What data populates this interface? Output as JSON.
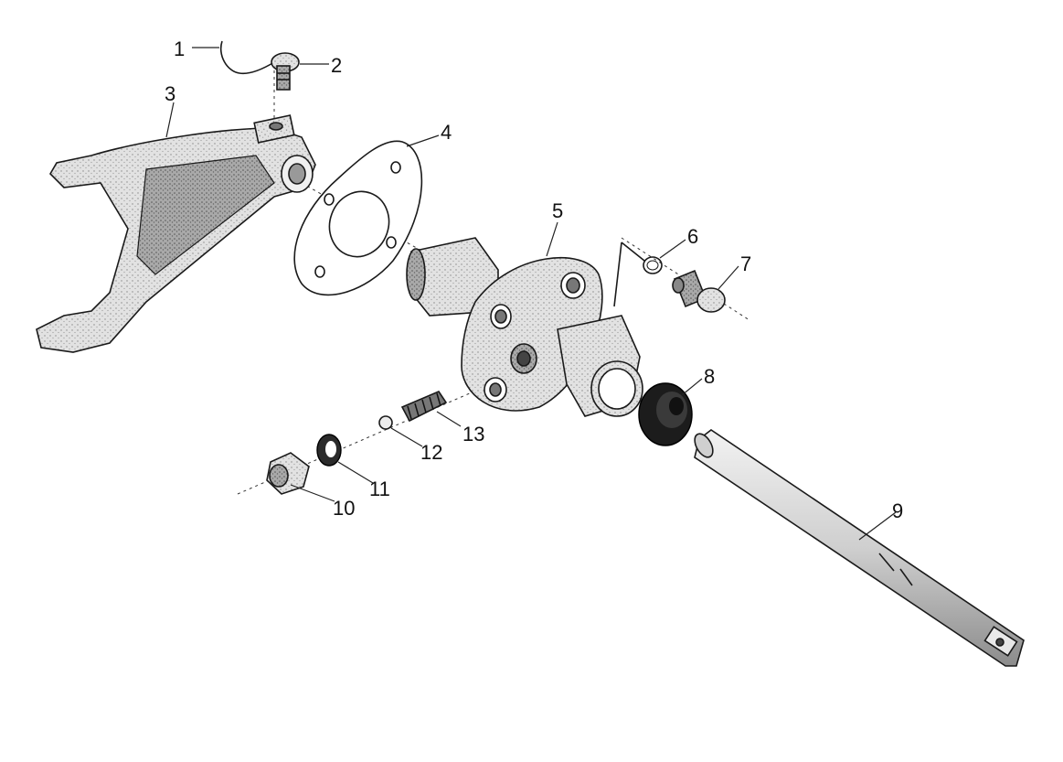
{
  "diagram": {
    "kind": "exploded-parts-drawing",
    "callouts": [
      "1",
      "2",
      "3",
      "4",
      "5",
      "6",
      "7",
      "8",
      "9",
      "10",
      "11",
      "12",
      "13"
    ],
    "parts": [
      {
        "number": "1",
        "shape": "lock-wire"
      },
      {
        "number": "2",
        "shape": "set-screw"
      },
      {
        "number": "3",
        "shape": "shift-fork"
      },
      {
        "number": "4",
        "shape": "gasket"
      },
      {
        "number": "5",
        "shape": "housing"
      },
      {
        "number": "6",
        "shape": "o-ring"
      },
      {
        "number": "7",
        "shape": "bolt"
      },
      {
        "number": "8",
        "shape": "seal"
      },
      {
        "number": "9",
        "shape": "shaft"
      },
      {
        "number": "10",
        "shape": "plug"
      },
      {
        "number": "11",
        "shape": "washer"
      },
      {
        "number": "12",
        "shape": "ball"
      },
      {
        "number": "13",
        "shape": "spring"
      }
    ],
    "colors": {
      "ink": "#1a1a1a",
      "metal_light": "#dcdcdc",
      "metal_mid": "#b5b5b5",
      "metal_dark": "#7a7a7a",
      "background": "#ffffff"
    }
  }
}
